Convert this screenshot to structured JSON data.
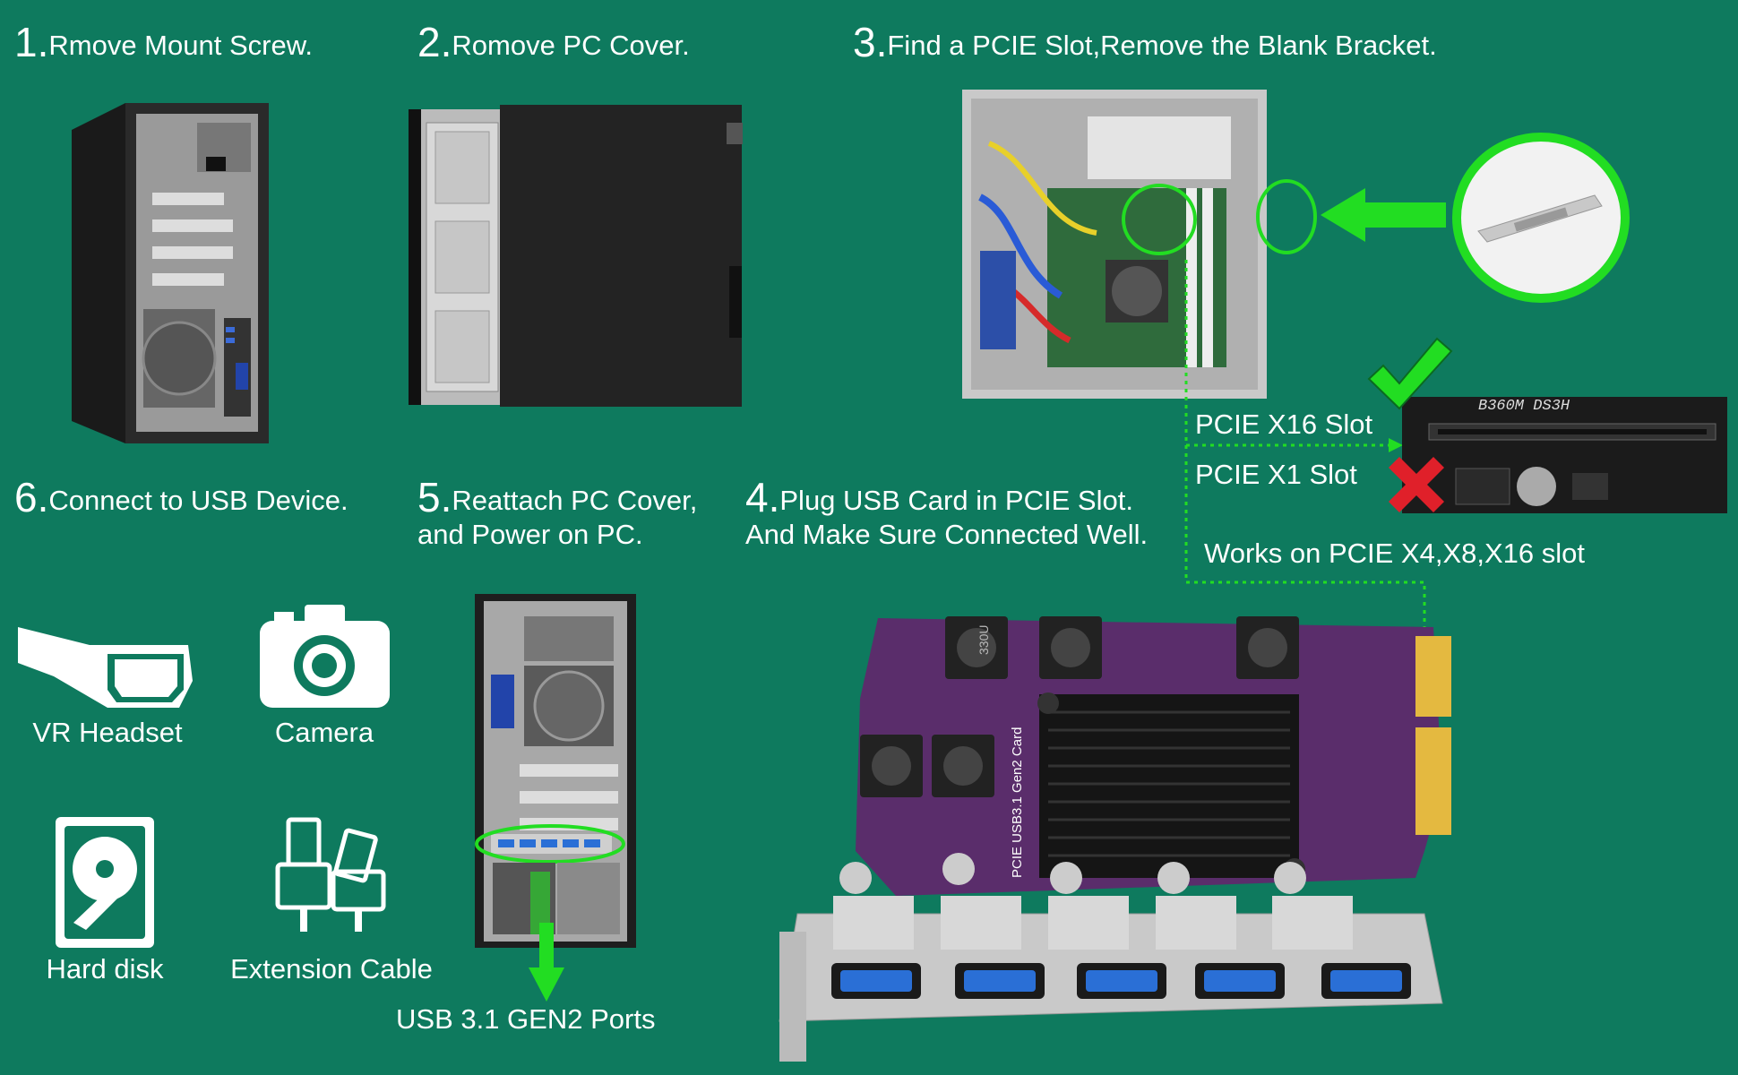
{
  "steps": [
    {
      "num": "1.",
      "text": "Rmove Mount Screw."
    },
    {
      "num": "2.",
      "text": "Romove PC Cover."
    },
    {
      "num": "3.",
      "text": "Find a PCIE Slot,Remove the Blank Bracket."
    },
    {
      "num": "6.",
      "text": "Connect to USB Device."
    },
    {
      "num": "5.",
      "line1": "Reattach PC Cover,",
      "line2": "and Power on PC."
    },
    {
      "num": "4.",
      "line1": "Plug USB Card in PCIE Slot.",
      "line2": "And Make Sure Connected Well."
    }
  ],
  "slots": {
    "x16": "PCIE X16 Slot",
    "x1": "PCIE X1 Slot",
    "works_on": "Works on PCIE X4,X8,X16 slot",
    "board_model": "B360M DS3H"
  },
  "devices": [
    {
      "label": "VR Headset",
      "icon": "vr-headset-icon"
    },
    {
      "label": "Camera",
      "icon": "camera-icon"
    },
    {
      "label": "Hard disk",
      "icon": "hard-disk-icon"
    },
    {
      "label": "Extension Cable",
      "icon": "extension-cable-icon"
    }
  ],
  "ports_label": "USB 3.1 GEN2 Ports",
  "card": {
    "text_vertical": "PCIE USB3.1 Gen2 Card",
    "inductor_marking": "330U"
  },
  "colors": {
    "background": "#0e7a5e",
    "accent_green": "#22dd22",
    "pcb_purple": "#5a2d6b",
    "usb_blue": "#2a6fd6",
    "cross_red": "#e0202a"
  }
}
